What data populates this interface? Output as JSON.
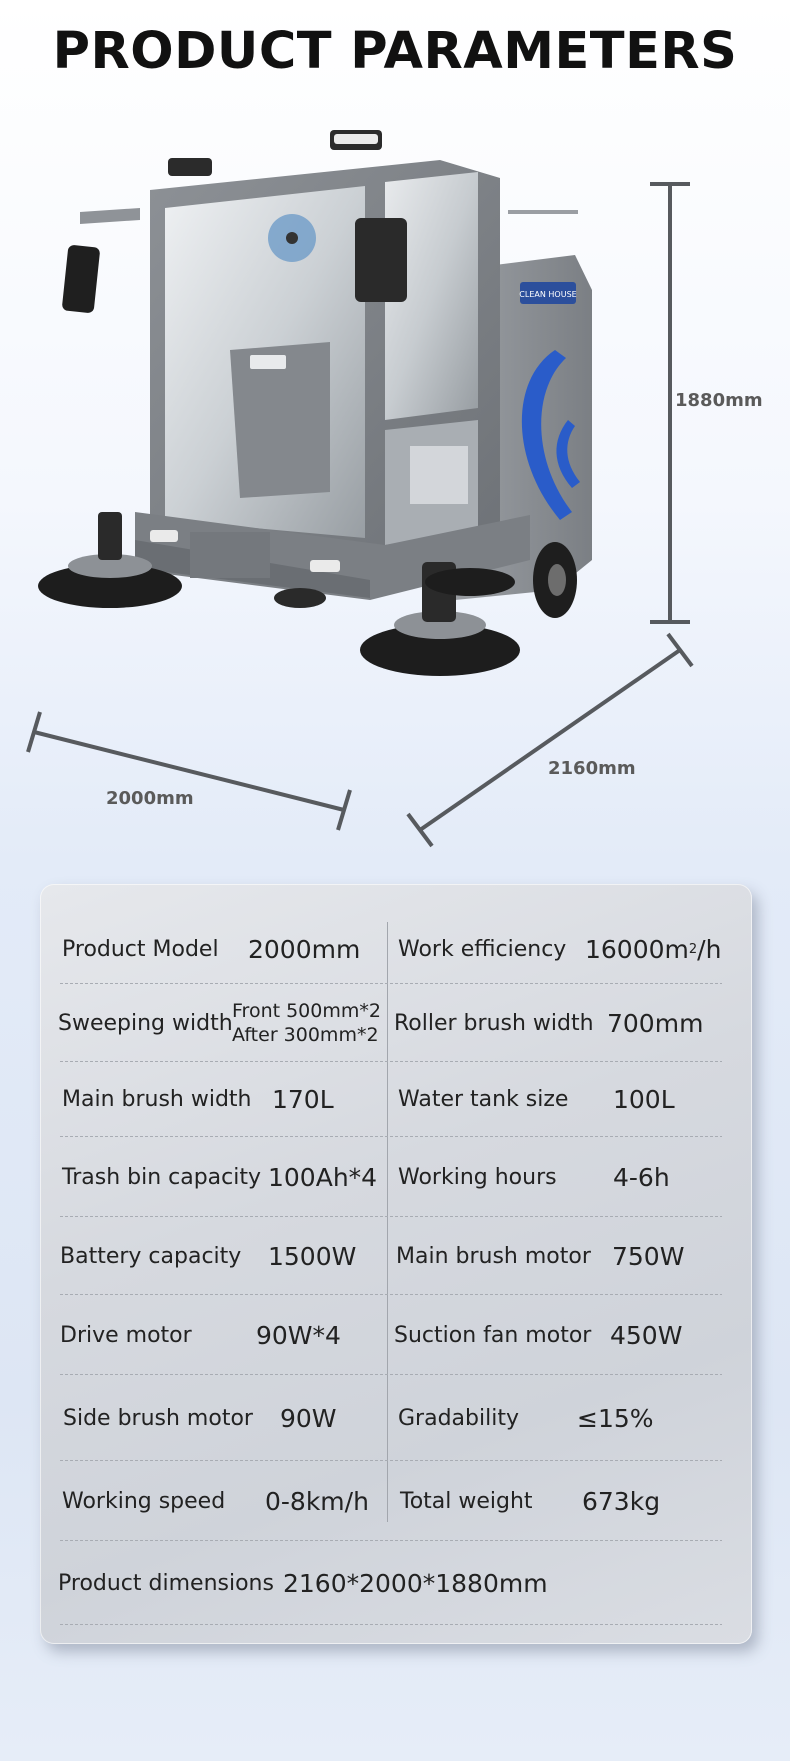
{
  "page": {
    "title": "PRODUCT PARAMETERS"
  },
  "hero": {
    "height_label": "1880mm",
    "length_label": "2160mm",
    "width_label": "2000mm",
    "machine_logo": "CLEAN HOUSE",
    "colors": {
      "body": "#7f8388",
      "accent_blue": "#2a5cc9",
      "frame": "#575a5e",
      "brush": "#1d1d1d"
    }
  },
  "specs": [
    {
      "left": {
        "label": "Product Model",
        "value": "2000mm"
      },
      "right": {
        "label": "Work efficiency",
        "value": "16000m",
        "value_sup": "2",
        "value_suffix": "/h"
      }
    },
    {
      "left": {
        "label": "Sweeping width",
        "value_lines": [
          "Front 500mm*2",
          "After 300mm*2"
        ]
      },
      "right": {
        "label": "Roller brush width",
        "value": "700mm"
      }
    },
    {
      "left": {
        "label": "Main brush width",
        "value": "170L"
      },
      "right": {
        "label": "Water tank size",
        "value": "100L"
      }
    },
    {
      "left": {
        "label": "Trash bin capacity",
        "value": "100Ah*4"
      },
      "right": {
        "label": "Working hours",
        "value": "4-6h"
      }
    },
    {
      "left": {
        "label": "Battery capacity",
        "value": "1500W"
      },
      "right": {
        "label": "Main brush motor",
        "value": "750W"
      }
    },
    {
      "left": {
        "label": "Drive motor",
        "value": "90W*4"
      },
      "right": {
        "label": "Suction fan motor",
        "value": "450W"
      }
    },
    {
      "left": {
        "label": "Side brush motor",
        "value": "90W"
      },
      "right": {
        "label": "Gradability",
        "value": "≤15%"
      }
    },
    {
      "left": {
        "label": "Working speed",
        "value": "0-8km/h"
      },
      "right": {
        "label": "Total weight",
        "value": "673kg"
      }
    }
  ],
  "dimensions_row": {
    "label": "Product dimensions",
    "value": "2160*2000*1880mm"
  }
}
